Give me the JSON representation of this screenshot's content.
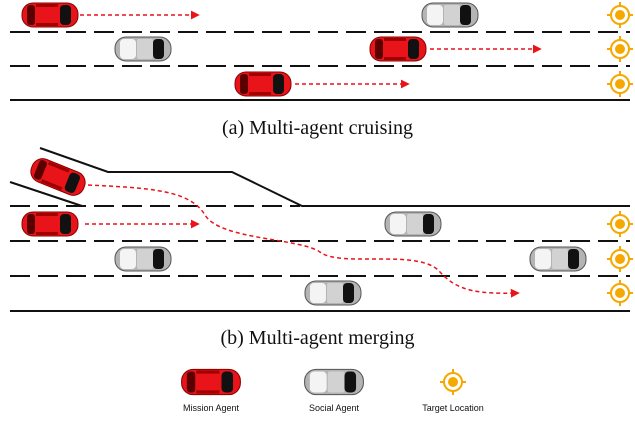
{
  "captions": {
    "a": "(a) Multi-agent cruising",
    "b": "(b) Multi-agent merging"
  },
  "legend": {
    "mission": "Mission Agent",
    "social": "Social Agent",
    "target": "Target Location"
  },
  "colors": {
    "mission": "#e8141a",
    "social": "#b4b4b4",
    "target": "#f5a800",
    "road": "#111111",
    "path": "#e8141a"
  },
  "icons": [
    "mission-agent-car-icon",
    "social-agent-car-icon",
    "target-location-icon"
  ]
}
